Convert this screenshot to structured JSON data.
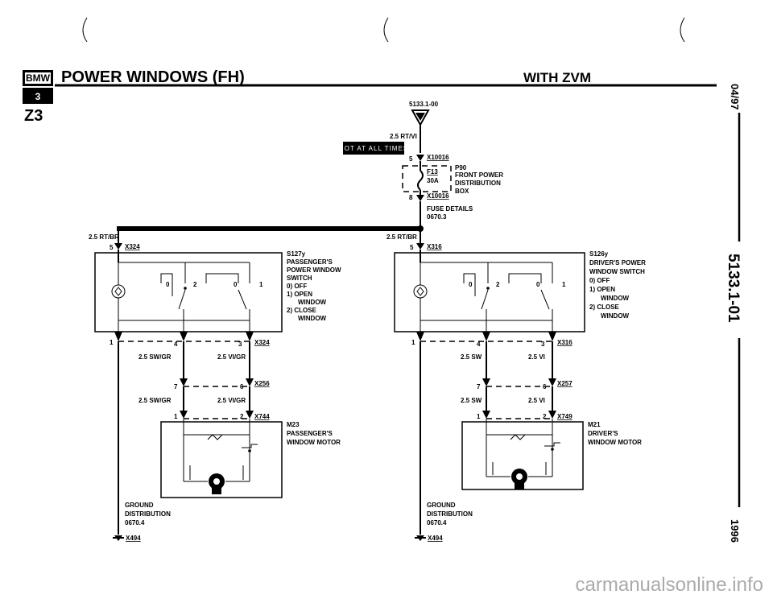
{
  "header": {
    "logo_text": "BMW",
    "logo_sub": "3",
    "title": "POWER WINDOWS (FH)",
    "subtitle": "WITH ZVM",
    "model": "Z3"
  },
  "side": {
    "date": "04/97",
    "code": "5133.1-01",
    "year": "1996"
  },
  "feed": {
    "ref": "5133.1-00",
    "wire_top": "2.5 RT/VI",
    "hot_label": "HOT AT ALL TIMES",
    "pin_top": "5",
    "conn_top": "X10016",
    "fuse_ref": "P90",
    "fuse_name": "F13",
    "fuse_amp": "30A",
    "fuse_desc_1": "FRONT POWER",
    "fuse_desc_2": "DISTRIBUTION",
    "fuse_desc_3": "BOX",
    "pin_bottom": "8",
    "conn_bottom": "X10016",
    "fuse_details_1": "FUSE DETAILS",
    "fuse_details_2": "0670.3"
  },
  "left": {
    "wire_in": "2.5 RT/BR",
    "pin_in": "5",
    "conn_in": "X324",
    "switch_lines": [
      "S127y",
      "PASSENGER'S",
      "POWER WINDOW",
      "SWITCH",
      "0)  OFF",
      "1)  OPEN",
      "WINDOW",
      "2)  CLOSE",
      "WINDOW"
    ],
    "pos_0a": "0",
    "pos_2": "2",
    "pos_0b": "0",
    "pos_1": "1",
    "pin_1": "1",
    "pin_4": "4",
    "pin_3": "3",
    "conn_mid": "X324",
    "wire_a": "2.5 SW/GR",
    "wire_b": "2.5 VI/GR",
    "pin_7": "7",
    "pin_6": "6",
    "conn_2": "X256",
    "wire_c": "2.5 SW/GR",
    "wire_d": "2.5 VI/GR",
    "pin_m1": "1",
    "pin_m2": "2",
    "conn_3": "X744",
    "motor_lines": [
      "M23",
      "PASSENGER'S",
      "WINDOW MOTOR"
    ],
    "ground_lines": [
      "GROUND",
      "DISTRIBUTION",
      "0670.4"
    ],
    "conn_gnd": "X494"
  },
  "right": {
    "wire_in": "2.5 RT/BR",
    "pin_in": "5",
    "conn_in": "X316",
    "switch_lines": [
      "S126y",
      "DRIVER'S POWER",
      "WINDOW SWITCH",
      "0)  OFF",
      "1)  OPEN",
      "WINDOW",
      "2)  CLOSE",
      "WINDOW"
    ],
    "pos_0a": "0",
    "pos_2": "2",
    "pos_0b": "0",
    "pos_1": "1",
    "pin_1": "1",
    "pin_4": "4",
    "pin_3": "3",
    "conn_mid": "X316",
    "wire_a": "2.5 SW",
    "wire_b": "2.5 VI",
    "pin_7": "7",
    "pin_6": "6",
    "conn_2": "X257",
    "wire_c": "2.5 SW",
    "wire_d": "2.5 VI",
    "pin_m1": "1",
    "pin_m2": "2",
    "conn_3": "X749",
    "motor_lines": [
      "M21",
      "DRIVER'S",
      "WINDOW MOTOR"
    ],
    "ground_lines": [
      "GROUND",
      "DISTRIBUTION",
      "0670.4"
    ],
    "conn_gnd": "X494"
  },
  "watermark": "carmanualsonline.info",
  "colors": {
    "ink": "#000000",
    "hot_label_bg": "#000000",
    "hot_label_fg": "#ffffff",
    "watermark": "#aaaaaa"
  }
}
